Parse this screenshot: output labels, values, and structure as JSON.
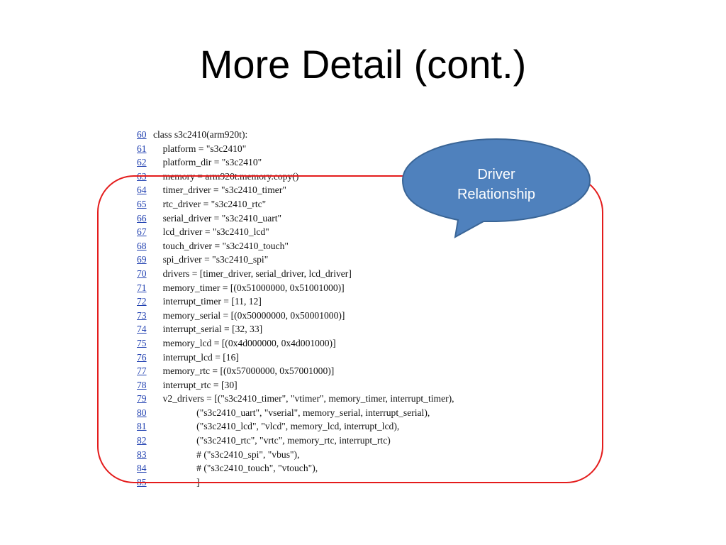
{
  "slide": {
    "title": "More Detail (cont.)"
  },
  "callout": {
    "line1": "Driver",
    "line2": "Relationship",
    "fill_color": "#4f81bd",
    "stroke_color": "#3a6596"
  },
  "highlight": {
    "color": "#e41c1c"
  },
  "code": {
    "lines": [
      {
        "no": "60",
        "text": "class s3c2410(arm920t):"
      },
      {
        "no": "61",
        "text": "    platform = \"s3c2410\""
      },
      {
        "no": "62",
        "text": "    platform_dir = \"s3c2410\""
      },
      {
        "no": "63",
        "text": "    memory = arm920t.memory.copy()"
      },
      {
        "no": "64",
        "text": "    timer_driver = \"s3c2410_timer\""
      },
      {
        "no": "65",
        "text": "    rtc_driver = \"s3c2410_rtc\""
      },
      {
        "no": "66",
        "text": "    serial_driver = \"s3c2410_uart\""
      },
      {
        "no": "67",
        "text": "    lcd_driver = \"s3c2410_lcd\""
      },
      {
        "no": "68",
        "text": "    touch_driver = \"s3c2410_touch\""
      },
      {
        "no": "69",
        "text": "    spi_driver = \"s3c2410_spi\""
      },
      {
        "no": "70",
        "text": "    drivers = [timer_driver, serial_driver, lcd_driver]"
      },
      {
        "no": "71",
        "text": "    memory_timer = [(0x51000000, 0x51001000)]"
      },
      {
        "no": "72",
        "text": "    interrupt_timer = [11, 12]"
      },
      {
        "no": "73",
        "text": "    memory_serial = [(0x50000000, 0x50001000)]"
      },
      {
        "no": "74",
        "text": "    interrupt_serial = [32, 33]"
      },
      {
        "no": "75",
        "text": "    memory_lcd = [(0x4d000000, 0x4d001000)]"
      },
      {
        "no": "76",
        "text": "    interrupt_lcd = [16]"
      },
      {
        "no": "77",
        "text": "    memory_rtc = [(0x57000000, 0x57001000)]"
      },
      {
        "no": "78",
        "text": "    interrupt_rtc = [30]"
      },
      {
        "no": "79",
        "text": "    v2_drivers = [(\"s3c2410_timer\", \"vtimer\", memory_timer, interrupt_timer),"
      },
      {
        "no": "80",
        "text": "                  (\"s3c2410_uart\", \"vserial\", memory_serial, interrupt_serial),"
      },
      {
        "no": "81",
        "text": "                  (\"s3c2410_lcd\", \"vlcd\", memory_lcd, interrupt_lcd),"
      },
      {
        "no": "82",
        "text": "                  (\"s3c2410_rtc\", \"vrtc\", memory_rtc, interrupt_rtc)"
      },
      {
        "no": "83",
        "text": "                  # (\"s3c2410_spi\", \"vbus\"),"
      },
      {
        "no": "84",
        "text": "                  # (\"s3c2410_touch\", \"vtouch\"),"
      },
      {
        "no": "85",
        "text": "                  ]"
      }
    ]
  }
}
